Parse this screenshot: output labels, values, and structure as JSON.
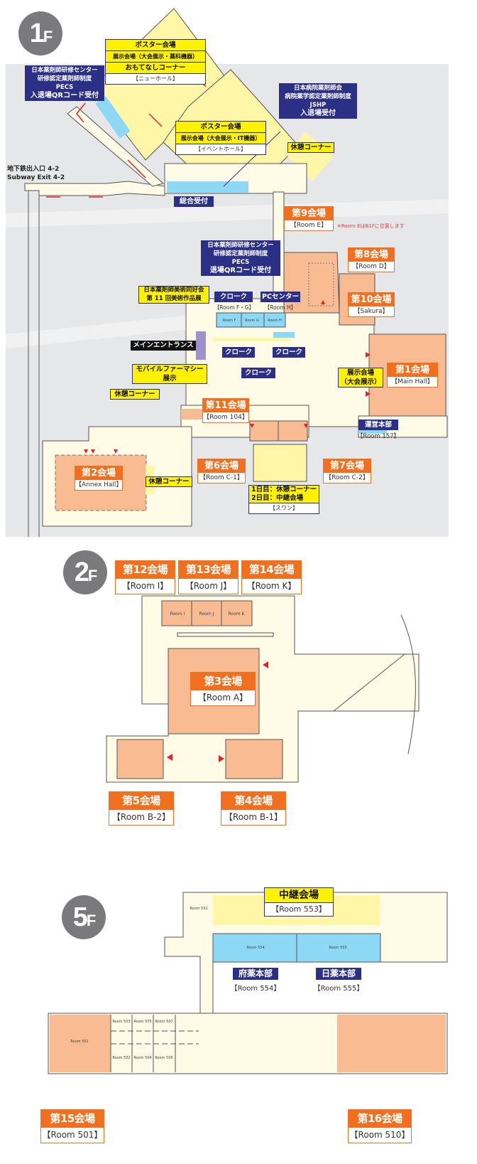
{
  "floors": {
    "f1": {
      "badge_num": "1",
      "badge_f": "F",
      "new_hall": {
        "rows": [
          "ポスター会場",
          "展示会場（大会展示・薬科機器）",
          "おもてなしコーナー"
        ],
        "place": "【ニューホール】"
      },
      "pecs_entry": {
        "lines": [
          "日本薬剤師研修センター",
          "研修認定薬剤師制度",
          "PECS",
          "入退場QRコード受付"
        ]
      },
      "event_hall": {
        "rows": [
          "ポスター会場",
          "展示会場（大会展示・IT機器）"
        ],
        "place": "【イベントホール】"
      },
      "jshp": {
        "lines": [
          "日本病院薬剤師会",
          "病院薬学認定薬剤師制度",
          "JSHP",
          "入退場受付"
        ]
      },
      "rest_top": "休憩コーナー",
      "subway": [
        "地下鉄出入口 4-2",
        "Subway Exit 4-2"
      ],
      "reception": "総合受付",
      "room9": {
        "title": "第9会場",
        "room": "【Room E】"
      },
      "room_e_note": "※Room EはB1Fに位置します",
      "pecs_exit": {
        "lines": [
          "日本薬剤師研修センター",
          "研修認定薬剤師制度",
          "PECS",
          "退場QRコード受付"
        ]
      },
      "room8": {
        "title": "第8会場",
        "room": "【Room D】"
      },
      "art": [
        "日本薬剤師美術同好会",
        "第 11 回美術作品展"
      ],
      "cloak_fg": {
        "label": "クローク",
        "room": "【Room F・G】"
      },
      "pc_center": {
        "label": "PCセンター",
        "room": "【Room H】"
      },
      "room10": {
        "title": "第10会場",
        "room": "【Sakura】"
      },
      "rooms_fgh": [
        "Room F",
        "Room G",
        "Room H"
      ],
      "main_entrance": "メインエントランス",
      "cloak2": "クローク",
      "cloak3": "クローク",
      "cloak4": "クローク",
      "mobile": [
        "モバイルファーマシー",
        "展示"
      ],
      "rest_mid": "休憩コーナー",
      "exhibit": [
        "展示会場",
        "（大会展示）"
      ],
      "room1": {
        "title": "第1会場",
        "room": "【Main Hall】"
      },
      "room11": {
        "title": "第11会場",
        "room": "【Room 104】"
      },
      "hq": {
        "label": "運営本部",
        "room": "【Room 157】"
      },
      "room2": {
        "title": "第2会場",
        "room": "【Annex Hall】"
      },
      "rest_annex": "休憩コーナー",
      "room6": {
        "title": "第6会場",
        "room": "【Room C-1】"
      },
      "room7": {
        "title": "第7会場",
        "room": "【Room C-2】"
      },
      "swan": {
        "rows": [
          "1日目：休憩コーナー",
          "2日目：中継会場"
        ],
        "place": "【スワン】"
      }
    },
    "f2": {
      "badge_num": "2",
      "badge_f": "F",
      "room12": {
        "title": "第12会場",
        "room": "【Room I】"
      },
      "room13": {
        "title": "第13会場",
        "room": "【Room J】"
      },
      "room14": {
        "title": "第14会場",
        "room": "【Room K】"
      },
      "small_rooms": [
        "Room I",
        "Room J",
        "Room K"
      ],
      "room3": {
        "title": "第3会場",
        "room": "【Room A】"
      },
      "room5": {
        "title": "第5会場",
        "room": "【Room B-2】"
      },
      "room4": {
        "title": "第4会場",
        "room": "【Room B-1】"
      }
    },
    "f5": {
      "badge_num": "5",
      "badge_f": "F",
      "relay": {
        "title": "中継会場",
        "room": "【Room 553】"
      },
      "room552": "Room 552",
      "room554": "Room 554",
      "room555": "Room 555",
      "fuyaku": {
        "label": "府薬本部",
        "room": "【Room 554】"
      },
      "nichiyaku": {
        "label": "日薬本部",
        "room": "【Room 555】"
      },
      "small_rooms": [
        "Room 503",
        "Room 505",
        "Room 507",
        "Room 502",
        "Room 504",
        "Room 506"
      ],
      "room501": "Room 501",
      "room15": {
        "title": "第15会場",
        "room": "【Room 501】"
      },
      "room16": {
        "title": "第16会場",
        "room": "【Room 510】"
      }
    }
  },
  "colors": {
    "orange": "#f07020",
    "room_fill": "#f9bb92",
    "yellow": "#fff200",
    "navy": "#2b2f86",
    "floor": "#fffbe6",
    "blue": "#8dd8f4",
    "gray": "#e6e7e8"
  }
}
